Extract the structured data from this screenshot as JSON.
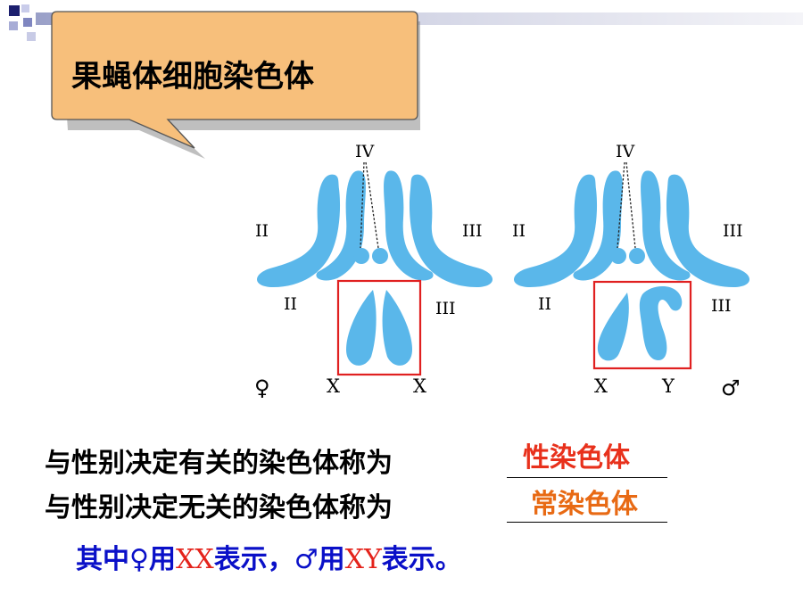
{
  "title": "果蝇体细胞染色体",
  "colors": {
    "chromosome": "#5ab7ea",
    "highlight_box": "#e02020",
    "callout_fill": "#f7bf7b",
    "answer_sex": "#e8311c",
    "answer_auto": "#e86a14",
    "note_text": "#0a10c8",
    "note_accent": "#e4231b"
  },
  "diagram": {
    "female": {
      "symbol": "♀",
      "labels": {
        "iv": "IV",
        "ii_top": "II",
        "iii_top": "III",
        "ii_bottom": "II",
        "iii_bottom": "III"
      },
      "sex_labels": [
        "X",
        "X"
      ]
    },
    "male": {
      "symbol": "♂",
      "labels": {
        "iv": "IV",
        "ii_top": "II",
        "iii_top": "III",
        "ii_bottom": "II",
        "iii_bottom": "III"
      },
      "sex_labels": [
        "X",
        "Y"
      ]
    }
  },
  "questions": [
    {
      "text": "与性别决定有关的染色体称为",
      "answer": "性染色体"
    },
    {
      "text": "与性别决定无关的染色体称为",
      "answer": "常染色体"
    }
  ],
  "note": {
    "prefix": "其中",
    "female_symbol": "♀",
    "use1": "用",
    "female_code": "XX",
    "mid": "表示，",
    "male_symbol": "♂",
    "use2": "用",
    "male_code": "XY",
    "suffix": "表示。"
  }
}
